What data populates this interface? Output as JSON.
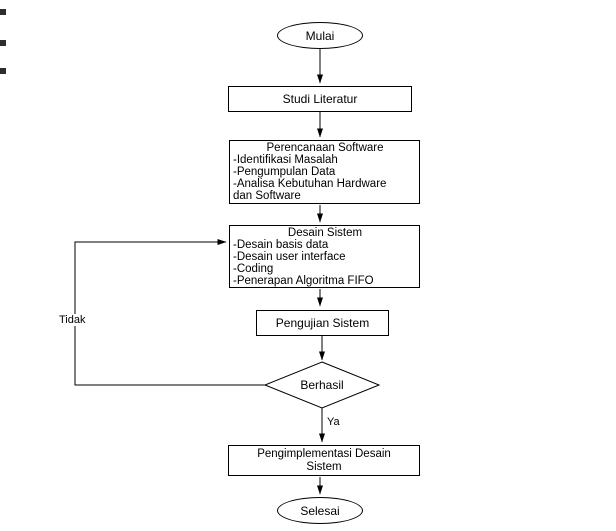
{
  "colors": {
    "stroke": "#000000",
    "fill": "#ffffff",
    "text": "#000000"
  },
  "nodes": {
    "start": "Mulai",
    "studi": "Studi Literatur",
    "perencanaan": {
      "title": "Perencanaan Software",
      "items": [
        "-Identifikasi Masalah",
        "-Pengumpulan Data",
        "-Analisa Kebutuhan Hardware dan Software"
      ]
    },
    "desain": {
      "title": "Desain Sistem",
      "items": [
        "-Desain basis data",
        "-Desain user interface",
        "-Coding",
        "-Penerapan Algoritma FIFO"
      ]
    },
    "pengujian": "Pengujian Sistem",
    "decision": "Berhasil",
    "implementasi": "Pengimplementasi Desain Sistem",
    "end": "Selesai"
  },
  "edges": {
    "yes": "Ya",
    "no": "Tidak"
  }
}
